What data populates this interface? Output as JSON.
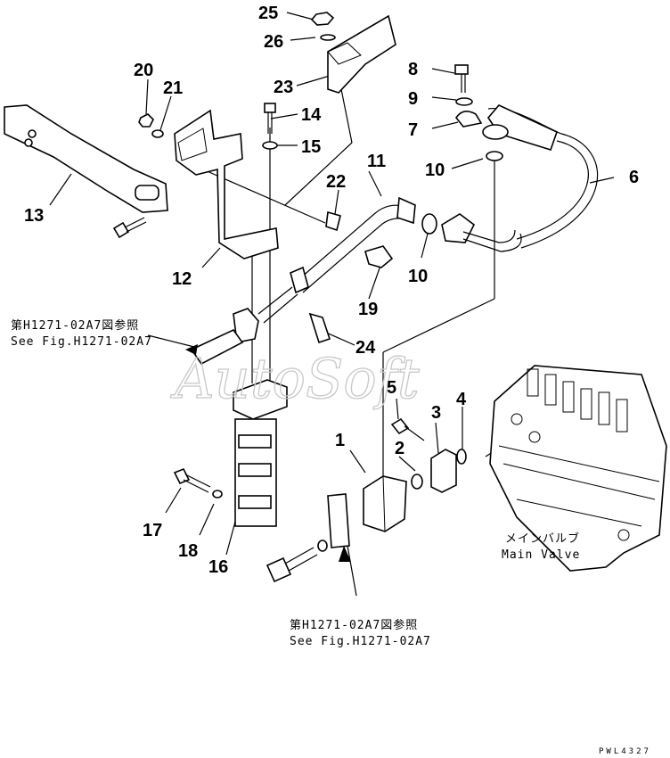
{
  "callouts": [
    {
      "id": "1",
      "label": "1"
    },
    {
      "id": "2",
      "label": "2"
    },
    {
      "id": "3",
      "label": "3"
    },
    {
      "id": "4",
      "label": "4"
    },
    {
      "id": "5",
      "label": "5"
    },
    {
      "id": "6",
      "label": "6"
    },
    {
      "id": "7",
      "label": "7"
    },
    {
      "id": "8",
      "label": "8"
    },
    {
      "id": "9",
      "label": "9"
    },
    {
      "id": "10a",
      "label": "10"
    },
    {
      "id": "10b",
      "label": "10"
    },
    {
      "id": "11",
      "label": "11"
    },
    {
      "id": "12",
      "label": "12"
    },
    {
      "id": "13",
      "label": "13"
    },
    {
      "id": "14",
      "label": "14"
    },
    {
      "id": "15",
      "label": "15"
    },
    {
      "id": "16",
      "label": "16"
    },
    {
      "id": "17",
      "label": "17"
    },
    {
      "id": "18",
      "label": "18"
    },
    {
      "id": "19",
      "label": "19"
    },
    {
      "id": "20",
      "label": "20"
    },
    {
      "id": "21",
      "label": "21"
    },
    {
      "id": "22",
      "label": "22"
    },
    {
      "id": "23",
      "label": "23"
    },
    {
      "id": "24",
      "label": "24"
    },
    {
      "id": "25",
      "label": "25"
    },
    {
      "id": "26",
      "label": "26"
    }
  ],
  "references": {
    "upper_jp": "第H1271-02A7図参照",
    "upper_en": "See Fig.H1271-02A7",
    "lower_jp": "第H1271-02A7図参照",
    "lower_en": "See Fig.H1271-02A7"
  },
  "main_valve": {
    "jp": "メインバルブ",
    "en": "Main Valve"
  },
  "watermark": "AutoSoft",
  "drawing_code": "PWL4327"
}
